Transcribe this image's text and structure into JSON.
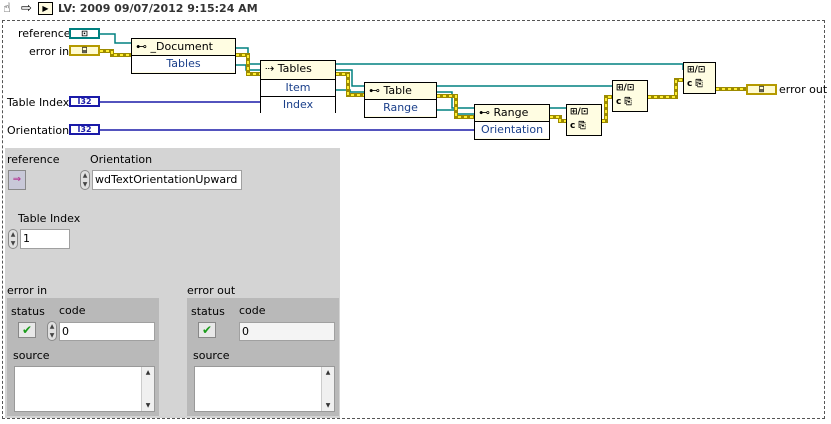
{
  "title_bar": {
    "version_text": "LV: 2009 09/07/2012 9:15:24 AM",
    "icons": [
      "hand-tool-icon",
      "arrow-icon",
      "vi-run-icon"
    ]
  },
  "diagram": {
    "controls": {
      "reference_label": "reference",
      "error_in_label": "error in",
      "table_index_label": "Table Index",
      "table_index_type": "I32",
      "orientation_label": "Orientation",
      "orientation_type": "I32"
    },
    "nodes": {
      "document": {
        "title": "_Document",
        "property": "Tables"
      },
      "tables": {
        "title": "Tables",
        "property1": "Item",
        "property2": "Index"
      },
      "table": {
        "title": "Table",
        "property": "Range"
      },
      "range": {
        "title": "Range",
        "property": "Orientation"
      }
    },
    "indicator": {
      "error_out_label": "error out"
    },
    "colors": {
      "refnum_wire": "#008080",
      "error_wire": "#c9b800",
      "int_wire": "#1a1aa8",
      "node_fill": "#fffde2"
    }
  },
  "front_panel": {
    "reference_label": "reference",
    "orientation_label": "Orientation",
    "orientation_value": "wdTextOrientationUpward",
    "table_index_label": "Table Index",
    "table_index_value": "1",
    "error_in": {
      "title": "error in",
      "status_label": "status",
      "code_label": "code",
      "code_value": "0",
      "source_label": "source",
      "source_value": ""
    },
    "error_out": {
      "title": "error out",
      "status_label": "status",
      "code_label": "code",
      "code_value": "0",
      "source_label": "source",
      "source_value": ""
    }
  }
}
